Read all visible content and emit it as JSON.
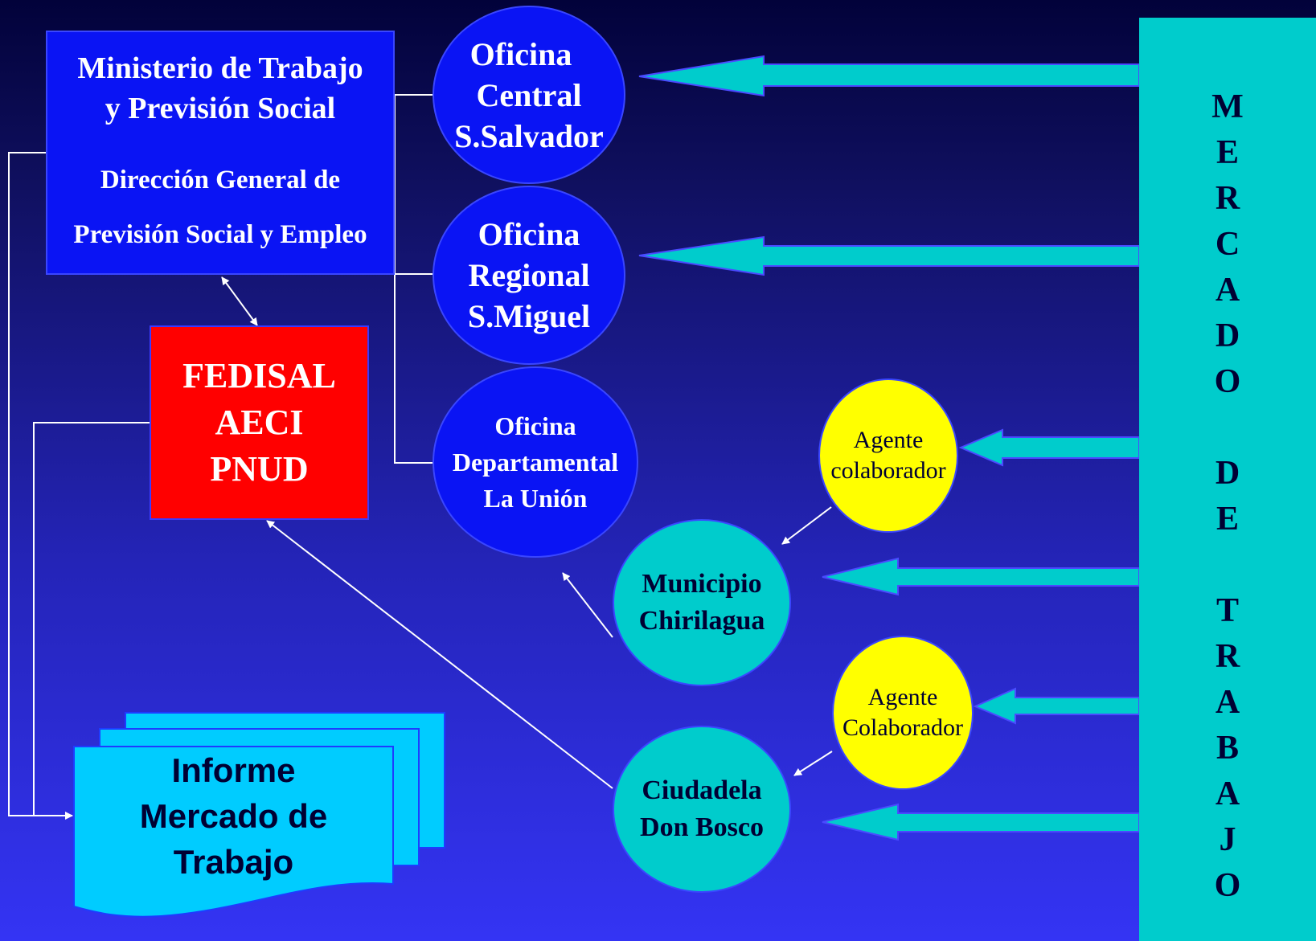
{
  "ministry": {
    "title_line1": "Ministerio de Trabajo",
    "title_line2": "y Previsión Social",
    "subtitle_line1": "Dirección General de",
    "subtitle_line2": "Previsión Social y Empleo"
  },
  "fedisal": {
    "line1": "FEDISAL",
    "line2": "AECI",
    "line3": "PNUD"
  },
  "offices": [
    {
      "line1": "Oficina",
      "line2": "Central",
      "line3": "S.Salvador"
    },
    {
      "line1": "Oficina",
      "line2": "Regional",
      "line3": "S.Miguel"
    },
    {
      "line1": "Oficina",
      "line2": "Departamental",
      "line3": "La Unión"
    }
  ],
  "municipio": {
    "line1": "Municipio",
    "line2": "Chirilagua"
  },
  "ciudadela": {
    "line1": "Ciudadela",
    "line2": "Don Bosco"
  },
  "agents": [
    {
      "line1": "Agente",
      "line2": "colaborador"
    },
    {
      "line1": "Agente",
      "line2": "Colaborador"
    }
  ],
  "report": {
    "line1": "Informe",
    "line2": "Mercado de",
    "line3": "Trabajo"
  },
  "market": {
    "letters": [
      "M",
      "E",
      "R",
      "C",
      "A",
      "D",
      "O",
      "",
      "D",
      "E",
      "",
      "T",
      "R",
      "A",
      "B",
      "A",
      "J",
      "O"
    ]
  },
  "colors": {
    "ministry_fill": "#0a14f4",
    "fedisal_fill": "#ff0000",
    "office_fill": "#0a14f4",
    "teal": "#00cccc",
    "agent_fill": "#ffff00",
    "report_fill": "#00ccff"
  }
}
